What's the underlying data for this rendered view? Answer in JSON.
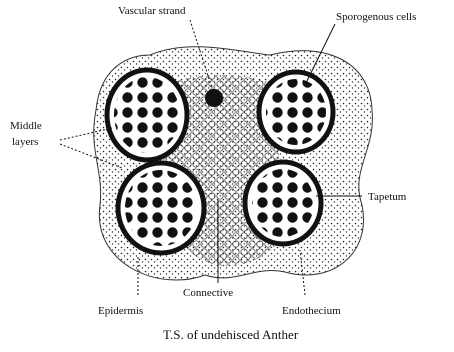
{
  "labels": {
    "vascular_strand": "Vascular strand",
    "sporogenous_cells": "Sporogenous cells",
    "middle_layers_line1": "Middle",
    "middle_layers_line2": "layers",
    "tapetum": "Tapetum",
    "connective": "Connective",
    "epidermis": "Epidermis",
    "endothecium": "Endothecium"
  },
  "caption": "T.S. of undehisced Anther",
  "colors": {
    "ink": "#111111",
    "background": "#ffffff"
  }
}
